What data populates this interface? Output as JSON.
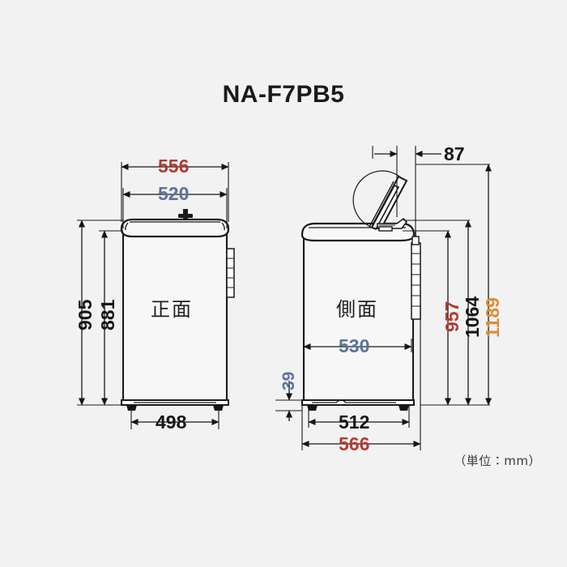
{
  "page": {
    "background": "#f2f2f2",
    "unit_note": "（単位：mm）"
  },
  "header": {
    "model_title": "NA-F7PB5"
  },
  "views": [
    {
      "key": "front",
      "label": "正面"
    },
    {
      "key": "side",
      "label": "側面"
    }
  ],
  "colors": {
    "black": "#161616",
    "red": "#b23b33",
    "blue": "#5b7499",
    "orange": "#e08a34",
    "line": "#1a1a1a",
    "body_fill": "#f7f7f7"
  },
  "dimensions": {
    "front": {
      "width_outer": {
        "value": "556",
        "color": "red",
        "orientation": "horizontal",
        "position": "top"
      },
      "width_inner": {
        "value": "520",
        "color": "blue",
        "orientation": "horizontal",
        "position": "top"
      },
      "height_outer": {
        "value": "905",
        "color": "black",
        "orientation": "vertical",
        "position": "left"
      },
      "height_inner": {
        "value": "881",
        "color": "black",
        "orientation": "vertical",
        "position": "left"
      },
      "base_width": {
        "value": "498",
        "color": "black",
        "orientation": "horizontal",
        "position": "bottom"
      }
    },
    "side": {
      "lid_clearance": {
        "value": "87",
        "color": "black",
        "orientation": "horizontal",
        "position": "top"
      },
      "depth_inner": {
        "value": "530",
        "color": "blue",
        "orientation": "horizontal",
        "position": "middle"
      },
      "foot_height": {
        "value": "39",
        "color": "blue",
        "orientation": "vertical",
        "position": "left"
      },
      "height_a": {
        "value": "957",
        "color": "red",
        "orientation": "vertical",
        "position": "right"
      },
      "height_b": {
        "value": "1064",
        "color": "black",
        "orientation": "vertical",
        "position": "right"
      },
      "height_c": {
        "value": "1189",
        "color": "orange",
        "orientation": "vertical",
        "position": "right"
      },
      "base_depth": {
        "value": "512",
        "color": "black",
        "orientation": "horizontal",
        "position": "bottom"
      },
      "depth_outer": {
        "value": "566",
        "color": "red",
        "orientation": "horizontal",
        "position": "bottom"
      }
    }
  }
}
